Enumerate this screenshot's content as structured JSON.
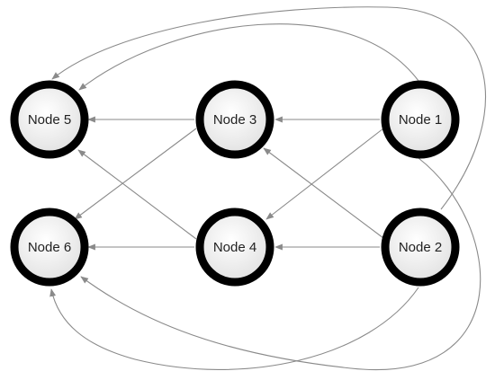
{
  "nodes": [
    {
      "id": "node-5",
      "label": "Node 5"
    },
    {
      "id": "node-3",
      "label": "Node 3"
    },
    {
      "id": "node-1",
      "label": "Node 1"
    },
    {
      "id": "node-6",
      "label": "Node 6"
    },
    {
      "id": "node-4",
      "label": "Node 4"
    },
    {
      "id": "node-2",
      "label": "Node 2"
    }
  ],
  "edges": [
    {
      "from": "Node 1",
      "to": "Node 3"
    },
    {
      "from": "Node 1",
      "to": "Node 4"
    },
    {
      "from": "Node 1",
      "to": "Node 5"
    },
    {
      "from": "Node 1",
      "to": "Node 6"
    },
    {
      "from": "Node 2",
      "to": "Node 4"
    },
    {
      "from": "Node 2",
      "to": "Node 3"
    },
    {
      "from": "Node 2",
      "to": "Node 5"
    },
    {
      "from": "Node 2",
      "to": "Node 6"
    },
    {
      "from": "Node 3",
      "to": "Node 5"
    },
    {
      "from": "Node 3",
      "to": "Node 6"
    },
    {
      "from": "Node 4",
      "to": "Node 6"
    },
    {
      "from": "Node 4",
      "to": "Node 5"
    }
  ],
  "colors": {
    "edge": "#8a8a8a",
    "node_ring": "#000000",
    "node_fill": "#f0f0f0",
    "label": "#222222"
  }
}
